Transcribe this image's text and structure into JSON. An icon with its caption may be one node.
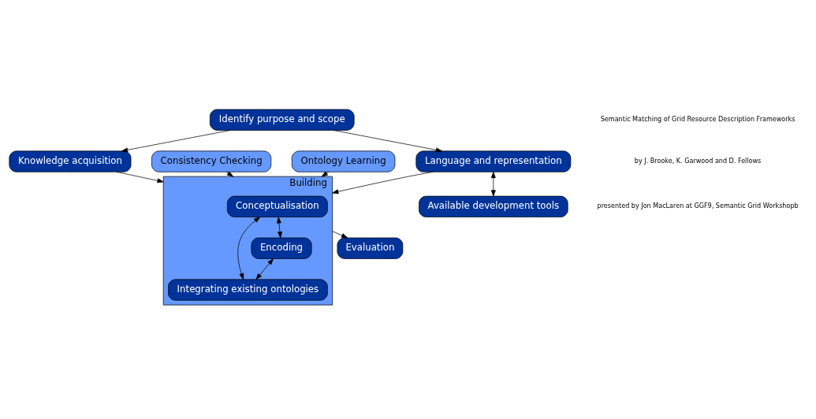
{
  "diagram": {
    "nodes": [
      {
        "text": [
          "Identify purpose and scope"
        ]
      },
      {
        "text": [
          "Knowledge acquisition"
        ]
      },
      {
        "text": [
          "Consistency Checking"
        ]
      },
      {
        "text": [
          "Building"
        ]
      },
      {
        "text": [
          "Conceptualisation"
        ],
        "in": 3
      },
      {
        "text": [
          "Integrating existing ontologies"
        ],
        "in": 3
      },
      {
        "text": [
          "Encoding"
        ],
        "in": 3
      },
      {
        "text": [
          "Language and representation"
        ]
      },
      {
        "text": [
          "Available development tools"
        ]
      },
      {
        "text": [
          "Evaluation"
        ]
      },
      {
        "text": [
          "Ontology Learning"
        ]
      }
    ],
    "edges": [
      {
        "from": 0,
        "to": 1,
        "arrow": "to"
      },
      {
        "from": 0,
        "to": 7,
        "arrow": "to"
      },
      {
        "from": 1,
        "to": 3,
        "arrow": "to"
      },
      {
        "from": 2,
        "to": 3,
        "arrow": "to"
      },
      {
        "from": 7,
        "to": 3,
        "arrow": "to"
      },
      {
        "from": 4,
        "to": 5,
        "arrow": "both"
      },
      {
        "from": 4,
        "to": 6,
        "arrow": "both"
      },
      {
        "from": 6,
        "to": 5,
        "arrow": "both"
      },
      {
        "from": 7,
        "to": 8,
        "arrow": "both"
      },
      {
        "from": 3,
        "to": 9,
        "arrow": "to"
      },
      {
        "from": 10,
        "to": 3,
        "arrow": "to"
      }
    ],
    "labels": [
      "Semantic Matching of Grid Resource Description Frameworks",
      "by J. Brooke, K. Garwood and D. Fellows",
      "presented by Jon MacLaren at GGF9, Semantic Grid Workshopb"
    ]
  }
}
